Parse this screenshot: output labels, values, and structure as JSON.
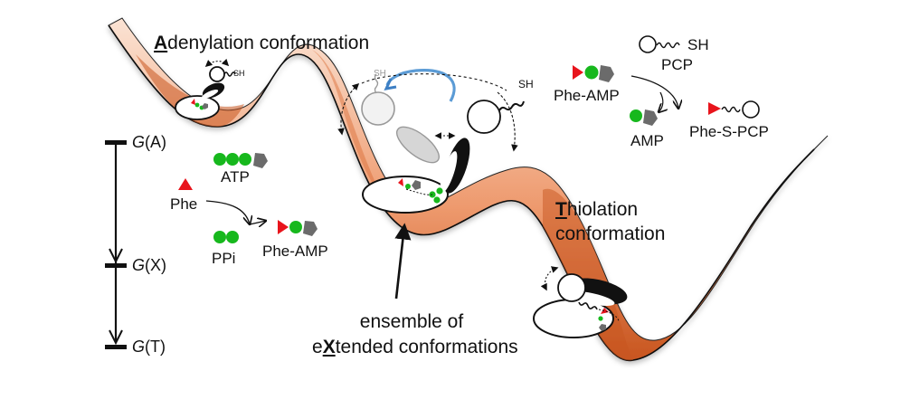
{
  "labels": {
    "adenylation": {
      "initial": "A",
      "rest": "denylation conformation"
    },
    "thiolation": {
      "initial": "T",
      "line1_rest": "hiolation",
      "line2": "conformation"
    },
    "ensemble": {
      "line1": "ensemble of",
      "line2_pre": "e",
      "line2_initial": "X",
      "line2_rest": "tended conformations"
    }
  },
  "axis": {
    "levels": [
      {
        "symbol": "G",
        "state": "(A)"
      },
      {
        "symbol": "G",
        "state": "(X)"
      },
      {
        "symbol": "G",
        "state": "(T)"
      }
    ]
  },
  "reaction_adenylation": {
    "substrate_atp": "ATP",
    "substrate_phe": "Phe",
    "byproduct": "PPi",
    "product": "Phe-AMP"
  },
  "reaction_thiolation": {
    "substrate_pcp": "PCP",
    "substrate_pheamp": "Phe-AMP",
    "byproduct": "AMP",
    "product": "Phe-S-PCP",
    "thiol_label": "SH"
  },
  "diagram_thiol_labels": {
    "adenylation_sh": "SH",
    "faded_sh": "SH",
    "active_sh": "SH"
  },
  "colors": {
    "ribbon_dark": "#c8551f",
    "ribbon_light": "#fbe3d4",
    "phosphate_green": "#17b81d",
    "phe_red": "#e8141c",
    "adenosine_gray": "#6b6b6b",
    "swing_arrow_blue": "#5b9bd5"
  }
}
